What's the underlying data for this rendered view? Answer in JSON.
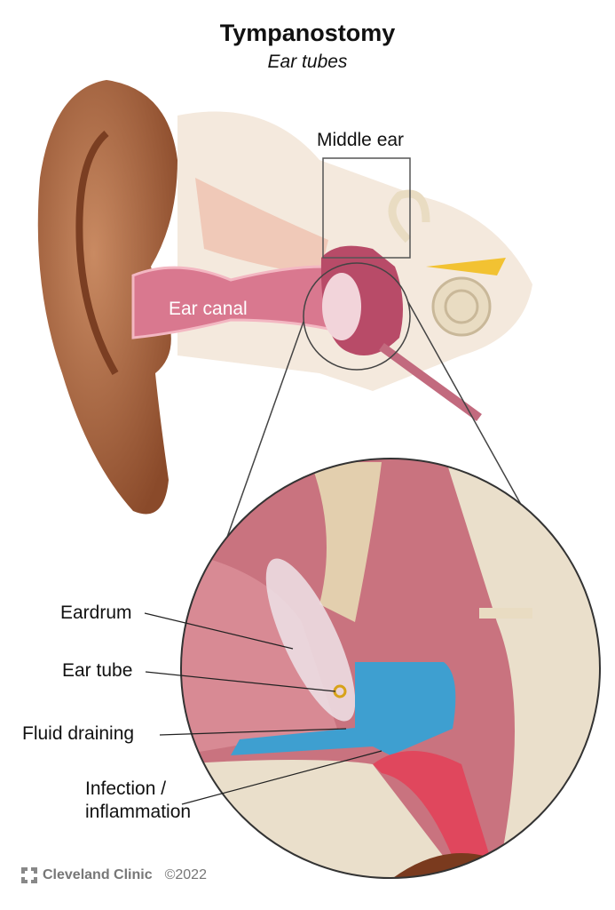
{
  "header": {
    "title": "Tympanostomy",
    "subtitle": "Ear tubes"
  },
  "labels": {
    "middle_ear": "Middle ear",
    "ear_canal": "Ear canal",
    "eardrum": "Eardrum",
    "ear_tube": "Ear tube",
    "fluid_draining": "Fluid draining",
    "infection_line1": "Infection /",
    "infection_line2": "inflammation"
  },
  "footer": {
    "brand": "Cleveland Clinic",
    "copyright": "©2022"
  },
  "colors": {
    "skin": "#b5714a",
    "canal": "#d9788f",
    "bone": "#eadfcb",
    "fluid": "#3e9fd0",
    "inflamed": "#e0475d"
  }
}
